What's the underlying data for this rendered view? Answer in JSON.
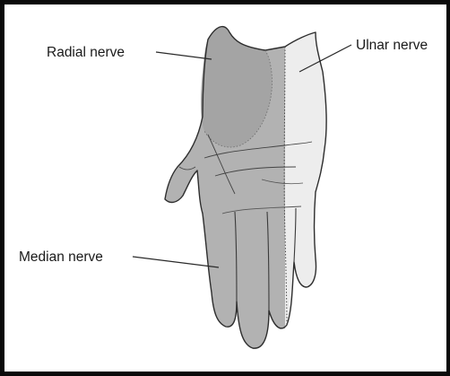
{
  "labels": {
    "radial": "Radial nerve",
    "ulnar": "Ulnar nerve",
    "median": "Median nerve"
  },
  "colors": {
    "radial_region": "#a4a4a4",
    "median_region": "#b2b2b2",
    "ulnar_region": "#ededed",
    "outline": "#2e2e2e",
    "frame": "#0a0a0a"
  }
}
